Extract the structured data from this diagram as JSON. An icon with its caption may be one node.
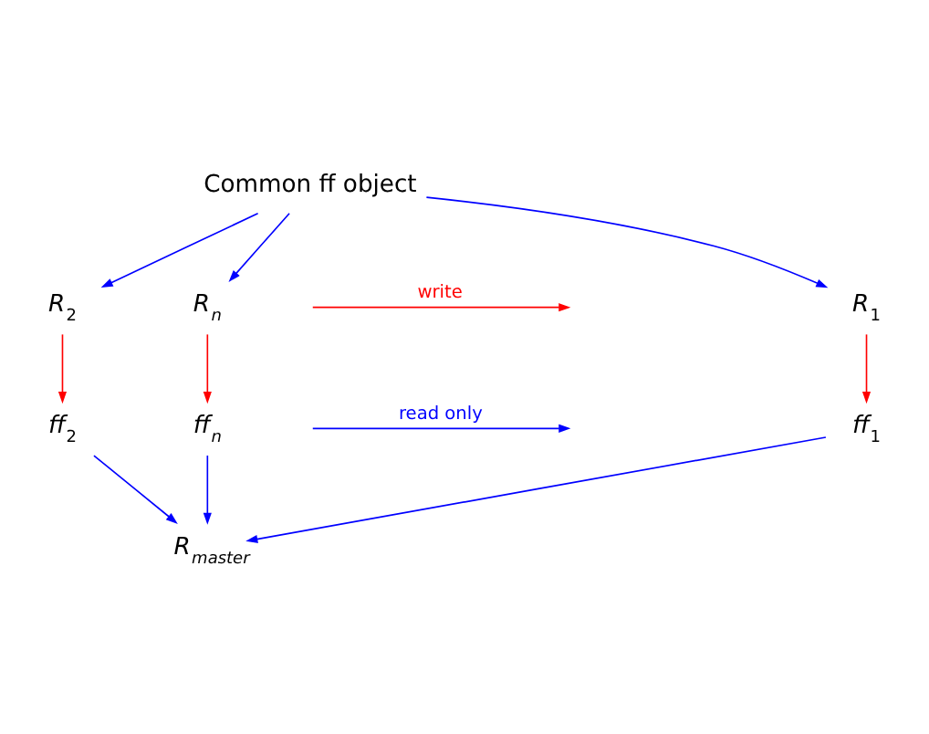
{
  "diagram": {
    "nodes": [
      {
        "text": [
          "Common ff object"
        ]
      },
      {
        "text": [
          "*R*$_{1}$"
        ]
      },
      {
        "text": [
          "*R*$_{2}$"
        ]
      },
      {
        "text": [
          "*R*$_{n}$"
        ]
      },
      {
        "text": [
          "*ff*$_{1}$"
        ]
      },
      {
        "text": [
          "*ff*$_{2}$"
        ]
      },
      {
        "text": [
          "*ff*$_{n}$"
        ]
      },
      {
        "text": [
          "*R*$_{master}$"
        ]
      }
    ],
    "edges": [
      {
        "from": 0,
        "to": 1,
        "arrow": "to"
      },
      {
        "from": 0,
        "to": 2,
        "arrow": "to"
      },
      {
        "from": 0,
        "to": 3,
        "arrow": "to"
      },
      {
        "from": 1,
        "to": 4,
        "arrow": "to",
        "color": "#ff0000"
      },
      {
        "from": 2,
        "to": 5,
        "arrow": "to",
        "color": "#ff0000"
      },
      {
        "from": 3,
        "to": 6,
        "arrow": "to",
        "color": "#ff0000"
      },
      {
        "from": 4,
        "to": 7,
        "arrow": "to"
      },
      {
        "from": 5,
        "to": 7,
        "arrow": "to"
      },
      {
        "from": 6,
        "to": 7,
        "arrow": "to"
      }
    ],
    "legend": [
      {
        "text": "write",
        "color": "#ff0000"
      },
      {
        "text": "read only",
        "color": "#0000ff"
      }
    ]
  }
}
